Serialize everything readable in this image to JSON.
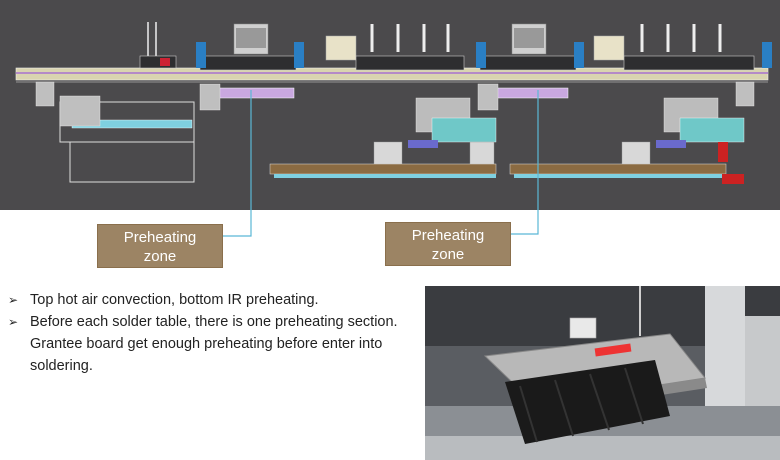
{
  "callouts": [
    {
      "label_line1": "Preheating",
      "label_line2": "zone"
    },
    {
      "label_line1": "Preheating",
      "label_line2": "zone"
    }
  ],
  "bullets": [
    "Top hot air convection, bottom IR preheating.",
    "Before each solder table, there is one preheating section. Grantee board get enough preheating before enter into soldering."
  ],
  "bullet_icon": "arrow-right-icon",
  "colors": {
    "drawing_bg": "#4b4a4c",
    "callout_fill": "#9c8464",
    "leader_line": "#5bb8d6"
  }
}
